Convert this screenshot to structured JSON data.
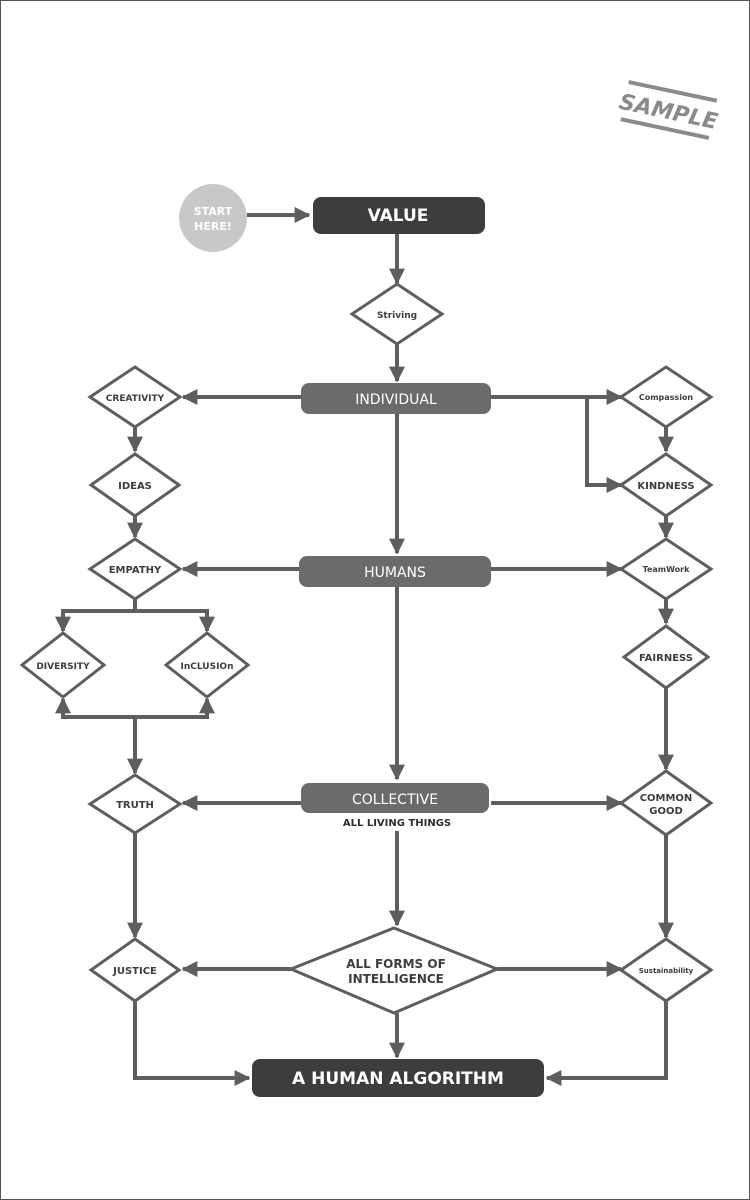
{
  "stamp": "SAMPLE",
  "start": {
    "line1": "START",
    "line2": "HERE!"
  },
  "nodes": {
    "value": "VALUE",
    "striving": "Striving",
    "individual": "INDIVIDUAL",
    "creativity": "CREATIVITY",
    "ideas": "IDEAS",
    "empathy": "EMPATHY",
    "diversity": "DIVERSITY",
    "inclusion": "InCLUSIOn",
    "compassion": "Compassion",
    "kindness": "KINDNESS",
    "humans": "HUMANS",
    "teamwork": "TeamWork",
    "fairness": "FAIRNESS",
    "collective": "COLLECTIVE",
    "collective_sub": "ALL LIVING THINGS",
    "truth": "TRUTH",
    "common_good_line1": "COMMON",
    "common_good_line2": "GOOD",
    "justice": "JUSTICE",
    "intelligence_line1": "ALL FORMS OF",
    "intelligence_line2": "INTELLIGENCE",
    "sustainability": "Sustainability",
    "human_algorithm": "A HUMAN ALGORITHM"
  },
  "colors": {
    "dark": "#3d3d3d",
    "mid": "#6b6b6b",
    "line": "#5e5e5e",
    "start_circle": "#c8c8c8",
    "stamp": "#8a8a8a"
  }
}
